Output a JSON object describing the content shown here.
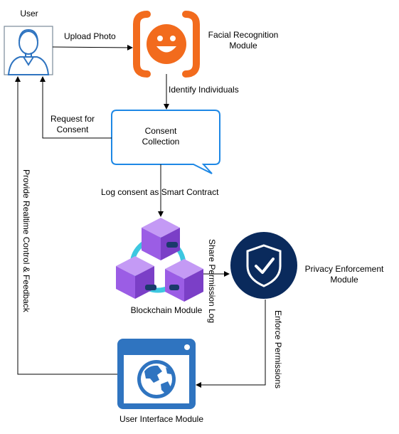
{
  "nodes": {
    "user": "User",
    "facial": "Facial Recognition\nModule",
    "consent": "Consent\nCollection",
    "blockchain": "Blockchain Module",
    "privacy": "Privacy Enforcement\nModule",
    "ui": "User Interface Module"
  },
  "edges": {
    "upload": "Upload Photo",
    "identify": "Identify Individuals",
    "request": "Request for\nConsent",
    "log": "Log consent as Smart Contract",
    "share": "Share Permission Log",
    "enforce": "Enforce Permissions",
    "feedback": "Provide Realtime Control & Feedback"
  },
  "icons": {
    "user": "user-avatar-icon",
    "facial": "smiley-face-icon",
    "consent": "speech-bubble-icon",
    "blockchain": "blockchain-cubes-icon",
    "privacy": "shield-check-icon",
    "ui": "browser-window-globe-icon"
  },
  "colors": {
    "orange": "#F26B1D",
    "blue_outline": "#1E88E5",
    "navy": "#0A2A5C",
    "purple": "#9B5DE5",
    "cyan_ring": "#3DC7E0",
    "window_blue": "#2F74C0"
  }
}
